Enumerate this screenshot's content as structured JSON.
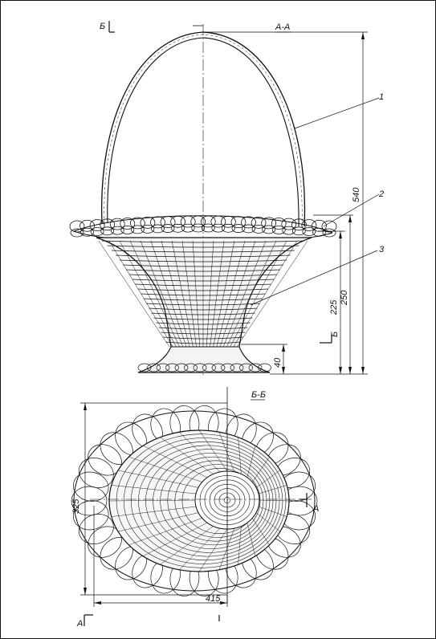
{
  "views": {
    "section_aa": "А-А",
    "section_bb": "Б-Б"
  },
  "cut_markers": {
    "b_top": "Б",
    "b_side": "Б",
    "a_right": "А",
    "a_bottom": "А"
  },
  "callouts": [
    "1",
    "2",
    "3"
  ],
  "dimensions": {
    "total_height": "540",
    "rim_height": "250",
    "bowl_height": "225",
    "base_height": "40",
    "plan_width": "415",
    "plan_depth": "325"
  },
  "colors": {
    "ink": "#111111",
    "paper": "#ffffff"
  }
}
